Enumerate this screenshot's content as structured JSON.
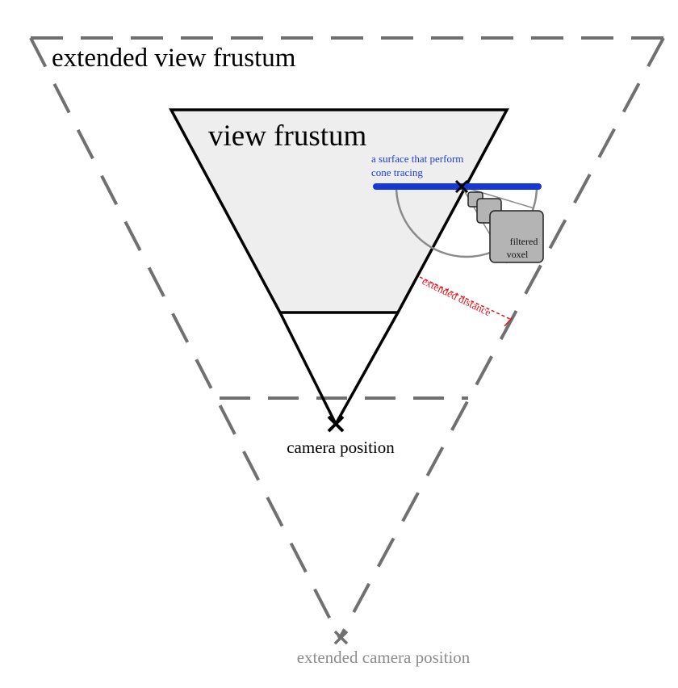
{
  "labels": {
    "extended_view_frustum": "extended view frustum",
    "view_frustum": "view frustum",
    "surface_line1": "a surface that perform",
    "surface_line2": "cone tracing",
    "filtered_line1": "filtered",
    "filtered_line2": "voxel",
    "extended_distance": "extended distance",
    "camera_position": "camera position",
    "extended_camera_position": "extended camera position"
  },
  "colors": {
    "frustum_fill": "#eeeeee",
    "frustum_stroke": "#000000",
    "extended_stroke": "#707070",
    "surface": "#1638d4",
    "surface_text": "#1f3bd6",
    "cone_gray": "#8a8a8a",
    "voxel_fill": "#b4b4b4",
    "extended_distance": "#e4141b",
    "extended_camera_text": "#8c8c8c"
  }
}
